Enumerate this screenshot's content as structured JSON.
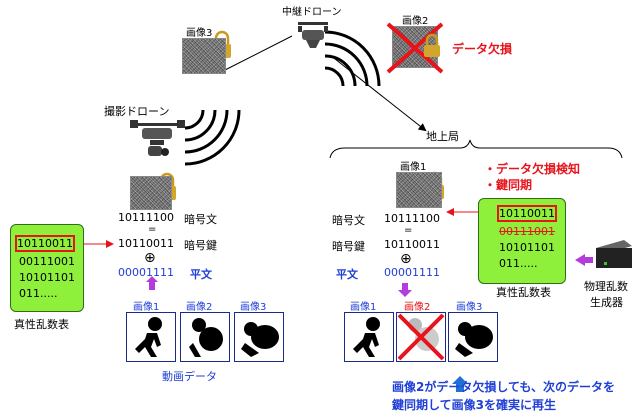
{
  "left": {
    "camera_drone_label": "撮影ドローン",
    "image3_caption": "画像3",
    "cipher_bits": "10111100",
    "cipher_label": "暗号文",
    "key_bits": "10110011",
    "key_label": "暗号鍵",
    "plain_bits": "00001111",
    "plain_label": "平文",
    "equals": "=",
    "xor": "⊕",
    "scroll_lines": [
      "10110011",
      "00111001",
      "10101101",
      "011....."
    ],
    "scroll_caption": "真性乱数表",
    "frames": [
      "画像1",
      "画像2",
      "画像3"
    ],
    "video_label": "動画データ"
  },
  "top": {
    "relay_drone_label": "中継ドローン",
    "image2_caption": "画像2",
    "data_loss": "データ欠損"
  },
  "right": {
    "ground_station": "地上局",
    "image1_caption": "画像1",
    "notes": [
      "・データ欠損検知",
      "・鍵同期"
    ],
    "cipher_label": "暗号文",
    "cipher_bits": "10111100",
    "key_label": "暗号鍵",
    "key_bits": "10110011",
    "plain_label": "平文",
    "plain_bits": "00001111",
    "equals": "=",
    "xor": "⊕",
    "scroll_lines": [
      "10110011",
      "00111001",
      "10101101",
      "011....."
    ],
    "scroll_caption": "真性乱数表",
    "device_label_1": "物理乱数",
    "device_label_2": "生成器",
    "frames": [
      "画像1",
      "画像2",
      "画像3"
    ],
    "footer_1": "画像2がデータ欠損しても、次のデータを",
    "footer_2": "鍵同期して画像3を確実に再生"
  },
  "colors": {
    "scroll": "#8ef03a",
    "blue": "#1f3fd6",
    "red": "#e8141b",
    "arrow_purple": "#b43cdc",
    "lock": "#d3a52c"
  }
}
